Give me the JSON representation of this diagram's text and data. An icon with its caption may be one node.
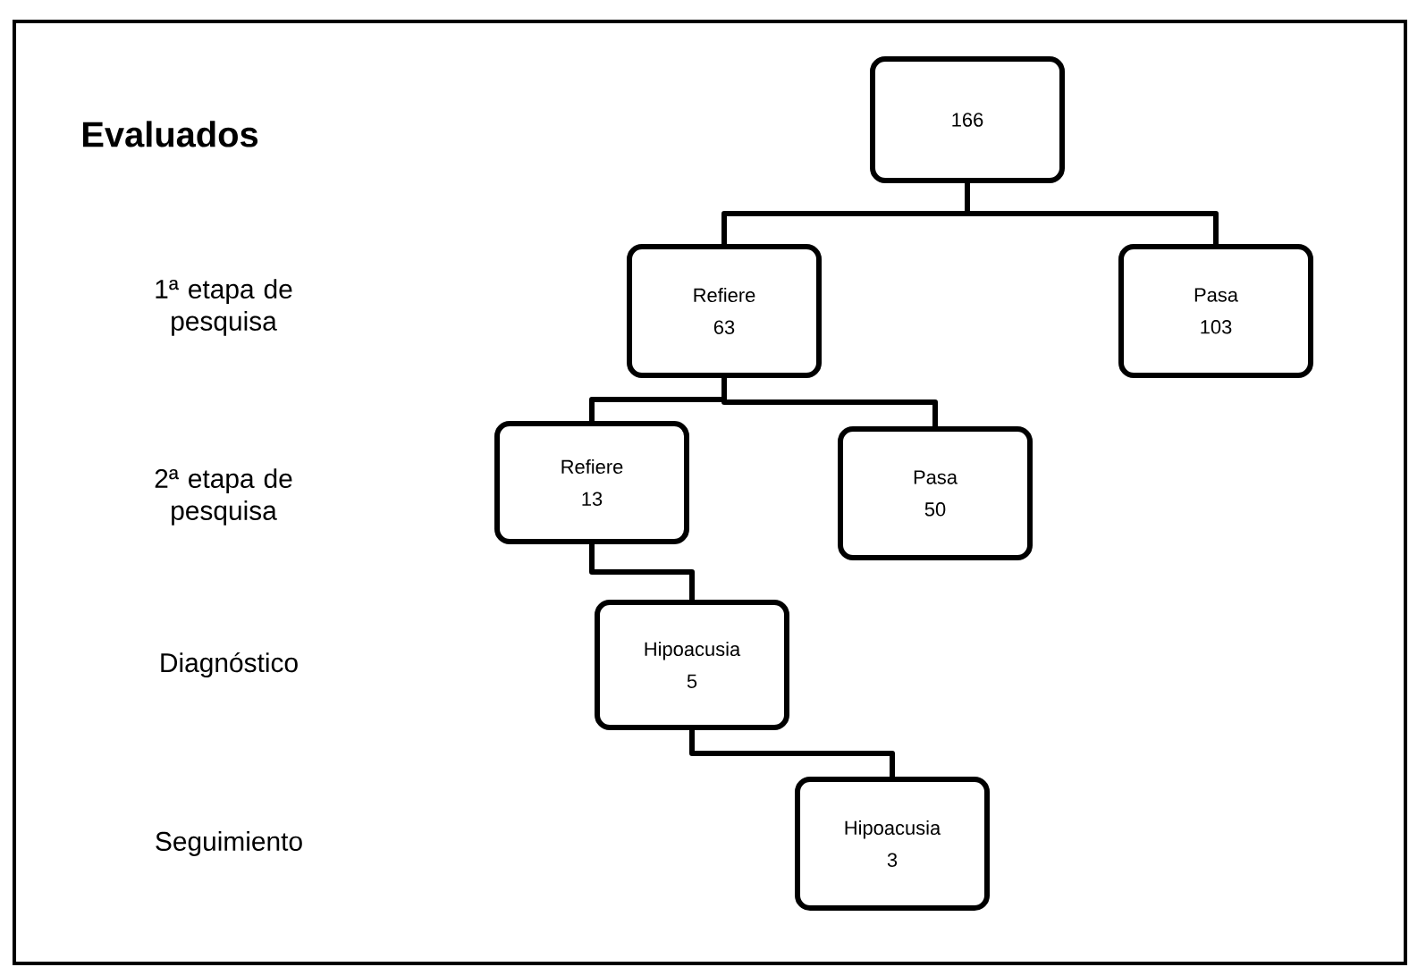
{
  "diagram": {
    "nodes": [
      {
        "text": [
          "166"
        ]
      },
      {
        "text": [
          "Refiere",
          "63"
        ]
      },
      {
        "text": [
          "Pasa",
          "103"
        ]
      },
      {
        "text": [
          "Refiere",
          "13"
        ]
      },
      {
        "text": [
          "Pasa",
          "50"
        ]
      },
      {
        "text": [
          "Hipoacusia",
          "5"
        ]
      },
      {
        "text": [
          "Hipoacusia",
          "3"
        ]
      }
    ],
    "edges": [
      {
        "from": 0,
        "to": 1,
        "arrow": "none"
      },
      {
        "from": 0,
        "to": 2,
        "arrow": "none"
      },
      {
        "from": 1,
        "to": 3,
        "arrow": "none"
      },
      {
        "from": 1,
        "to": 4,
        "arrow": "none"
      },
      {
        "from": 3,
        "to": 5,
        "arrow": "none"
      },
      {
        "from": 5,
        "to": 6,
        "arrow": "none"
      }
    ],
    "labels": [
      "Evaluados",
      "1ª etapa de pesquisa",
      "2ª etapa de pesquisa",
      "Diagnóstico",
      "Seguimiento"
    ]
  }
}
